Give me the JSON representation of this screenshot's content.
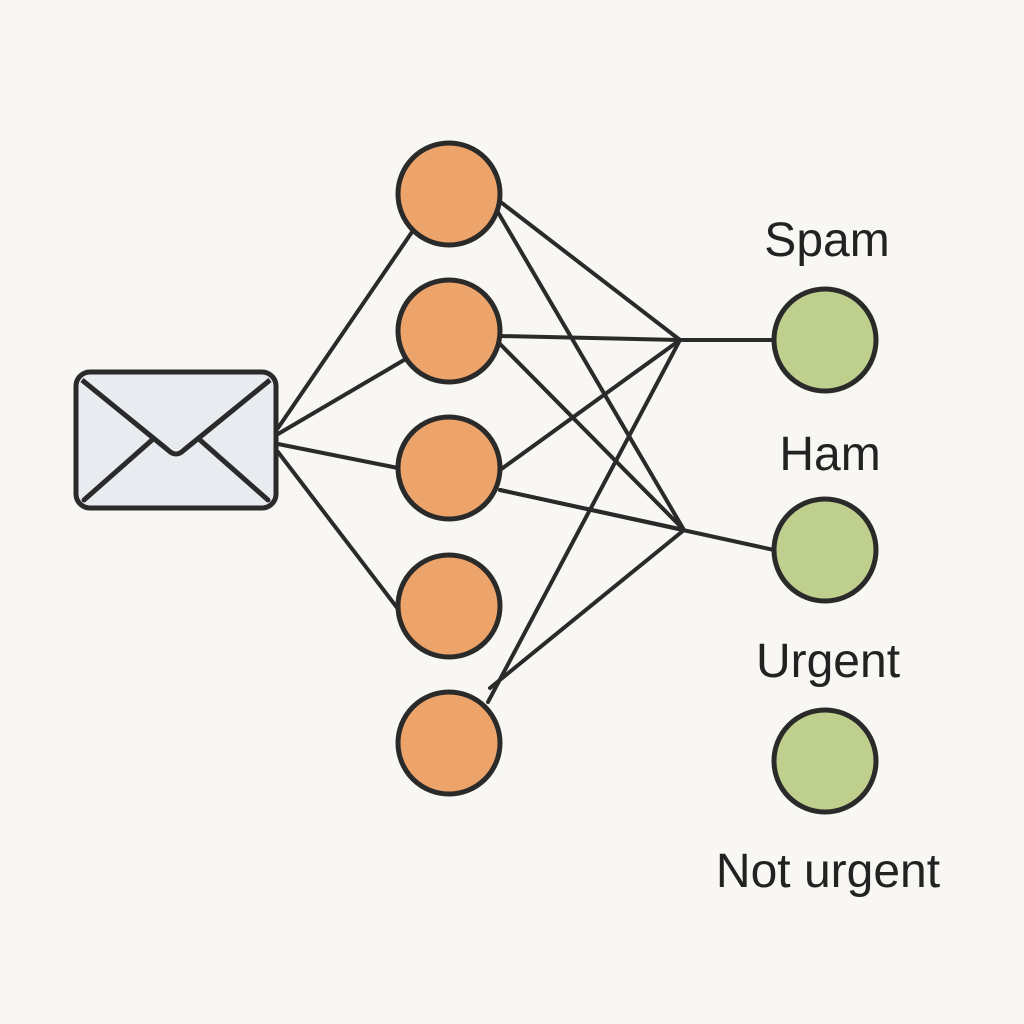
{
  "colors": {
    "background": "#f8f7f3",
    "stroke": "#2a2a2a",
    "hidden_fill": "#eda46b",
    "output_fill": "#bfcf8e",
    "envelope_fill": "#e8ecf0",
    "text": "#222222"
  },
  "input": {
    "icon": "envelope-icon"
  },
  "hidden_layer": {
    "node_count": 5
  },
  "output_layer": {
    "labels": [
      "Spam",
      "Ham",
      "Urgent",
      "Not urgent"
    ]
  }
}
